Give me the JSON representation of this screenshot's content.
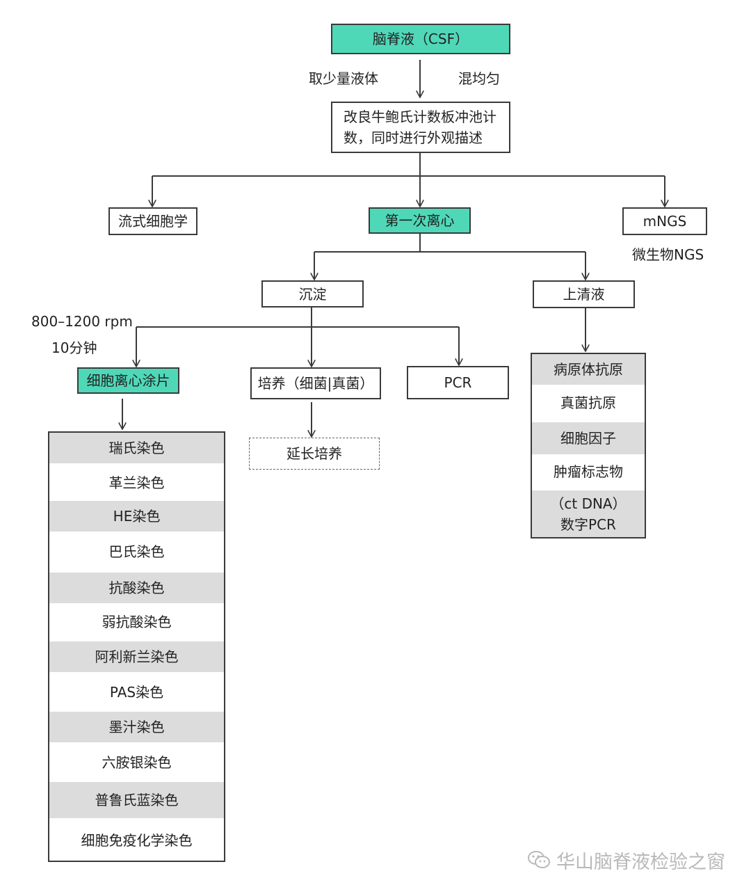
{
  "nodes": {
    "csf": "脑脊液（CSF）",
    "count_line1": "改良牛鲍氏计数板冲池计",
    "count_line2": "数，同时进行外观描述",
    "flow": "流式细胞学",
    "centrifuge": "第一次离心",
    "mngs": "mNGS",
    "sediment": "沉淀",
    "supernatant": "上清液",
    "cytospin": "细胞离心涂片",
    "culture": "培养（细菌|真菌）",
    "pcr": "PCR",
    "extended_culture": "延长培养"
  },
  "labels": {
    "take_sample": "取少量液体",
    "mix": "混均匀",
    "microbe_ngs": "微生物NGS",
    "rpm": "800–1200 rpm",
    "minutes": "10分钟"
  },
  "stains": [
    "瑞氏染色",
    "革兰染色",
    "HE染色",
    "巴氏染色",
    "抗酸染色",
    "弱抗酸染色",
    "阿利新兰染色",
    "PAS染色",
    "墨汁染色",
    "六胺银染色",
    "普鲁氏蓝染色",
    "细胞免疫化学染色"
  ],
  "supernatant_tests": [
    "病原体抗原",
    "真菌抗原",
    "细胞因子",
    "肿瘤标志物"
  ],
  "digital_pcr": {
    "line1": "（ct DNA）",
    "line2": "数字PCR"
  },
  "watermark": "华山脑脊液检验之窗",
  "colors": {
    "highlight": "#4fd8b8",
    "row_shade": "#dcdcdc",
    "line": "#3a3a3a"
  }
}
